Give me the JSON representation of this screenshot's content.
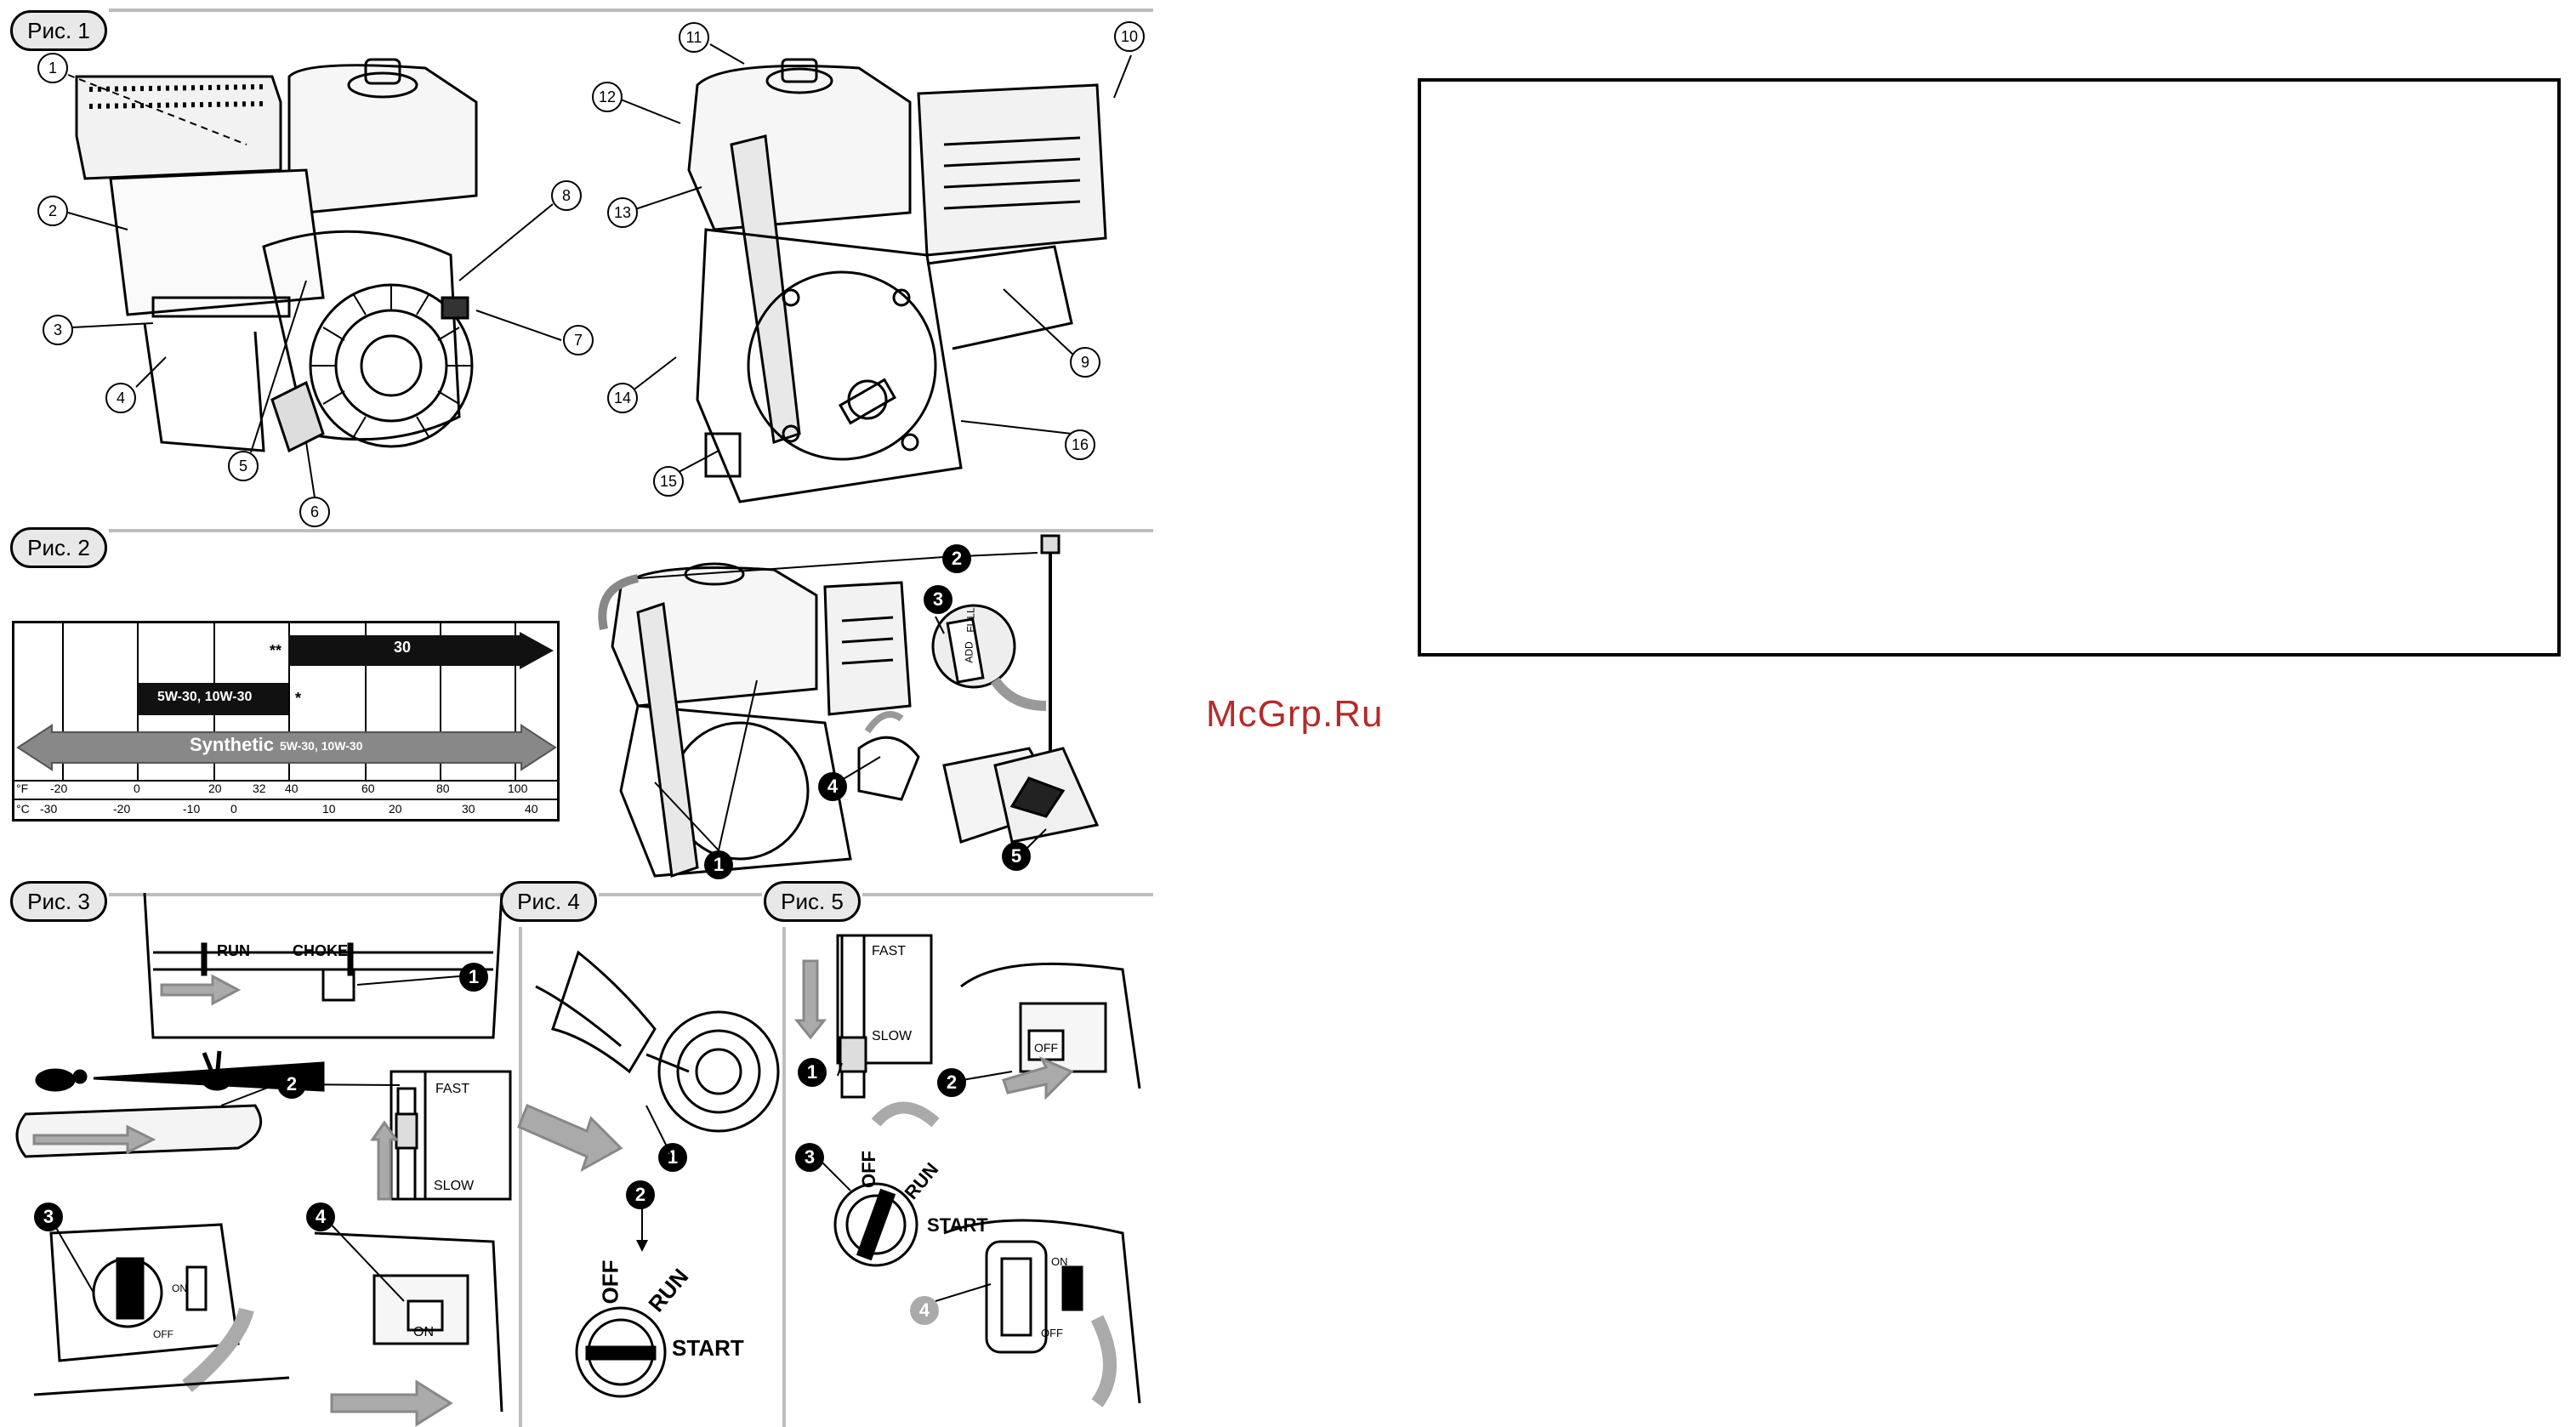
{
  "figures": {
    "fig1": {
      "label": "Рис. 1"
    },
    "fig2": {
      "label": "Рис. 2"
    },
    "fig3": {
      "label": "Рис. 3"
    },
    "fig4": {
      "label": "Рис. 4"
    },
    "fig5": {
      "label": "Рис. 5"
    }
  },
  "fig1_callouts": [
    "1",
    "2",
    "3",
    "4",
    "5",
    "6",
    "7",
    "8",
    "9",
    "10",
    "11",
    "12",
    "13",
    "14",
    "15",
    "16"
  ],
  "oil_chart": {
    "bar_30": "30",
    "bar_5w": "5W-30,  10W-30",
    "bar_synthetic": "Synthetic",
    "bar_synthetic_sub": "5W-30,  10W-30",
    "mark_double": "**",
    "mark_single": "*",
    "unit_f": "°F",
    "unit_c": "°C",
    "ticks_f": [
      "-20",
      "0",
      "20",
      "32",
      "40",
      "60",
      "80",
      "100"
    ],
    "ticks_c": [
      "-30",
      "-20",
      "-10",
      "0",
      "10",
      "20",
      "30",
      "40"
    ]
  },
  "fig2_callouts": [
    "1",
    "2",
    "3",
    "4",
    "5"
  ],
  "fig2_dipstick": {
    "add": "ADD",
    "full": "FULL"
  },
  "fig3": {
    "run": "RUN",
    "choke": "CHOKE",
    "fast": "FAST",
    "slow": "SLOW",
    "on": "ON",
    "off": "OFF",
    "switch_on": "ON",
    "callouts": [
      "1",
      "2",
      "3",
      "4"
    ]
  },
  "fig4": {
    "off": "OFF",
    "run": "RUN",
    "start": "START",
    "callouts": [
      "1",
      "2"
    ]
  },
  "fig5": {
    "fast": "FAST",
    "slow": "SLOW",
    "off": "OFF",
    "run": "RUN",
    "start": "START",
    "switch_off": "OFF",
    "valve_on": "ON",
    "valve_off": "OFF",
    "callouts": [
      "1",
      "2",
      "3",
      "4"
    ]
  },
  "watermark": "McGrp.Ru"
}
